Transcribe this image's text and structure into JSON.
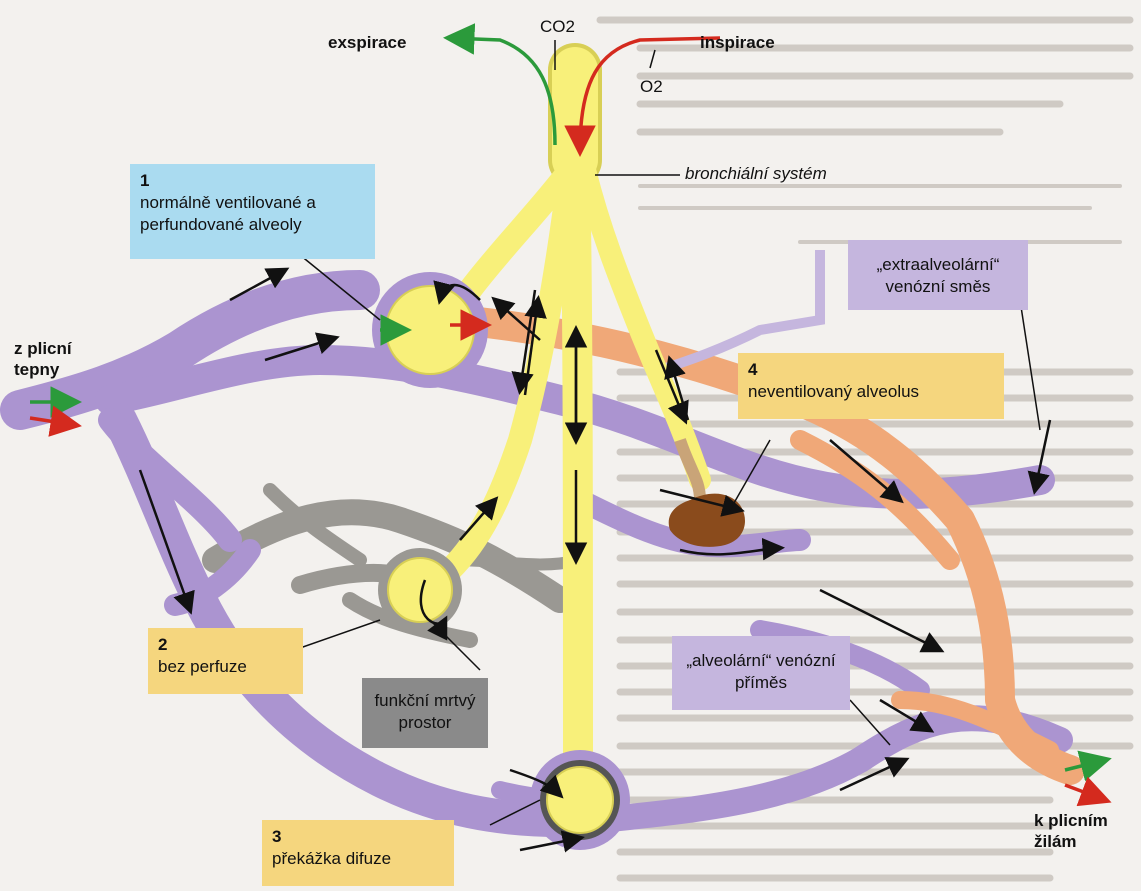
{
  "labels": {
    "expiration": "exspirace",
    "inspiration": "inspirace",
    "co2": "CO2",
    "o2": "O2",
    "bronchial_system": "bronchiální systém",
    "from_pulmonary_artery": "z plicní tepny",
    "to_pulmonary_veins": "k plicním žilám"
  },
  "boxes": {
    "normal": {
      "number": "1",
      "text": "normálně ventilované a perfundované alveoly"
    },
    "no_perfusion": {
      "number": "2",
      "text": "bez perfuze"
    },
    "diffusion_barrier": {
      "number": "3",
      "text": "překážka difuze"
    },
    "non_ventilated": {
      "number": "4",
      "text": "neventilovaný alveolus"
    },
    "dead_space": {
      "text": "funkční mrtvý prostor"
    },
    "extraalveolar_mix": {
      "text": "„extraalveolární“ venózní směs"
    },
    "alveolar_shunt": {
      "text": "„alveolární“ venózní příměs"
    }
  },
  "colors": {
    "airway": "#f8f07a",
    "airway_outline": "#d8cf55",
    "venous_blood": "#ab94d0",
    "arterial_blood": "#f0a878",
    "arrow_o2": "#2b9a3b",
    "arrow_co2": "#d42a1e",
    "unperfused": "#9a9893",
    "collapsed_alveolus": "#8a4b1c",
    "box_blue": "#aadbf0",
    "box_yellow": "#f5d67e",
    "box_lavender": "#c5b6de",
    "box_gray": "#8a8a8a"
  }
}
